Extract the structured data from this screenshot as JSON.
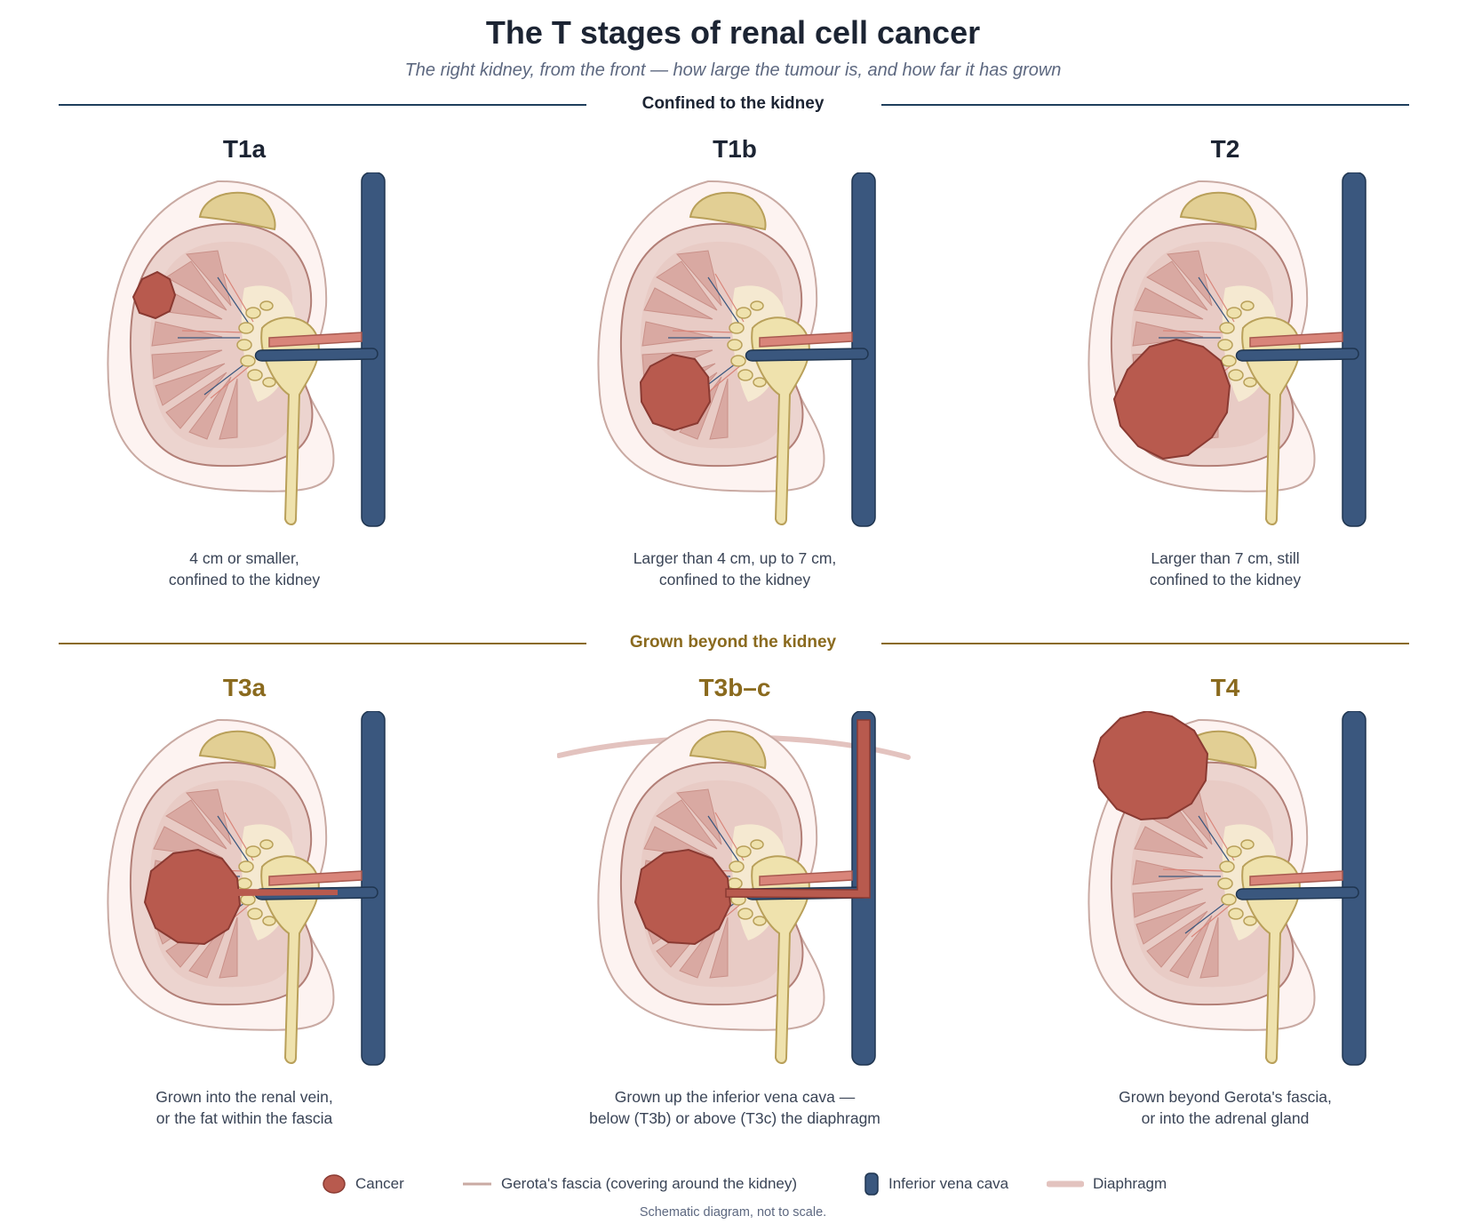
{
  "title": "The T stages of renal cell cancer",
  "subtitle": "The right kidney, from the front — how large the tumour is, and how far it has grown",
  "sections": [
    {
      "label": "Confined to the kidney",
      "color": "#1f3f5c"
    },
    {
      "label": "Grown beyond the kidney",
      "color": "#8a6a1e"
    }
  ],
  "stages": [
    {
      "title": "T1a",
      "desc1": "4 cm or smaller,",
      "desc2": "confined to the kidney"
    },
    {
      "title": "T1b",
      "desc1": "Larger than 4 cm, up to 7 cm,",
      "desc2": "confined to the kidney"
    },
    {
      "title": "T2",
      "desc1": "Larger than 7 cm, still",
      "desc2": "confined to the kidney"
    },
    {
      "title": "T3a",
      "desc1": "Grown into the renal vein,",
      "desc2": "or the fat within the fascia"
    },
    {
      "title": "T3b–c",
      "desc1": "Grown up the inferior vena cava —",
      "desc2": "below (T3b) or above (T3c) the diaphragm"
    },
    {
      "title": "T4",
      "desc1": "Grown beyond Gerota's fascia,",
      "desc2": "or into the adrenal gland"
    }
  ],
  "legend": [
    {
      "label": "Cancer",
      "icon": "cancer-swatch-icon"
    },
    {
      "label": "Gerota's fascia (covering around the kidney)",
      "icon": "fascia-line-icon"
    },
    {
      "label": "Inferior vena cava",
      "icon": "vena-cava-swatch-icon"
    },
    {
      "label": "Diaphragm",
      "icon": "diaphragm-line-icon"
    }
  ],
  "footnote": "Schematic diagram, not to scale.",
  "colors": {
    "cancer": "#b85a4e",
    "vena_cava": "#3a577e",
    "fascia": "#c9aaa3",
    "diaphragm": "#e3c3bf",
    "adrenal": "#e2cf94",
    "pelvis": "#efe2ad",
    "artery": "#d9857a",
    "kidney": "#ecd4cf",
    "fat": "#fdf3f1"
  }
}
